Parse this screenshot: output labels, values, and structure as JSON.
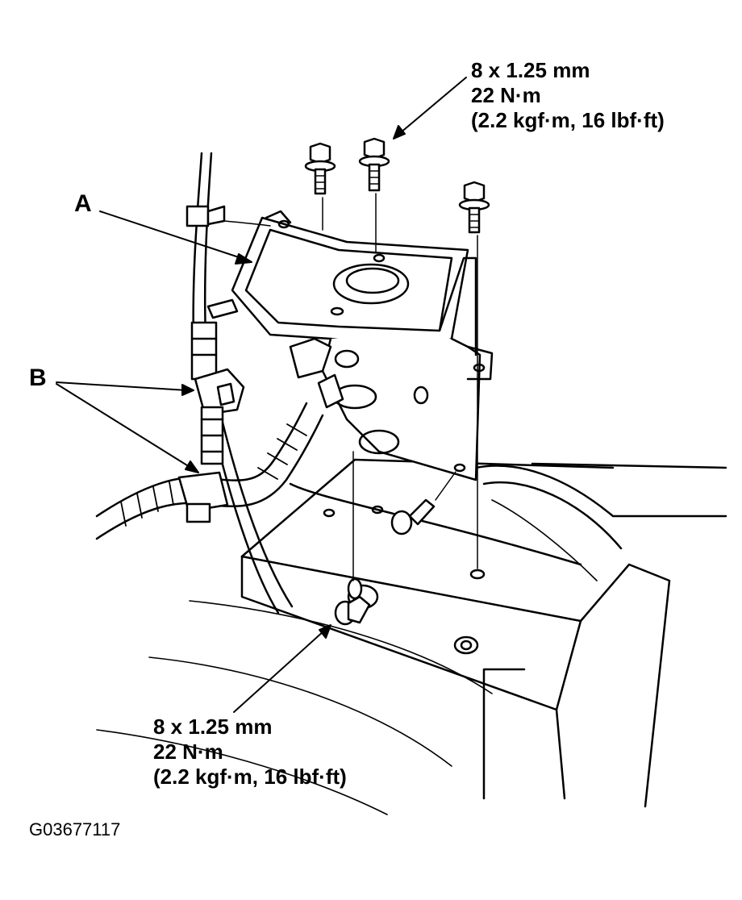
{
  "labels": {
    "bracket": "A",
    "harness_clamps": "B"
  },
  "torque_spec_top": {
    "size": "8 x 1.25 mm",
    "torque_nm": "22 N·m",
    "torque_alt": "(2.2 kgf·m, 16 lbf·ft)"
  },
  "torque_spec_bottom": {
    "size": "8 x 1.25 mm",
    "torque_nm": "22 N·m",
    "torque_alt": "(2.2 kgf·m, 16 lbf·ft)"
  },
  "figure_code": "G03677117",
  "colors": {
    "line": "#000000",
    "background": "#ffffff"
  }
}
